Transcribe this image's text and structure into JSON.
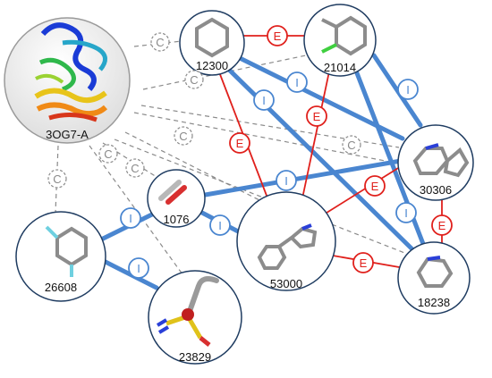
{
  "nodes": {
    "protein": {
      "label": "3OG7-A",
      "icon": "protein-ribbon-icon"
    },
    "n12300": {
      "label": "12300",
      "icon": "benzene-icon"
    },
    "n21014": {
      "label": "21014",
      "icon": "chlorobenzene-icon"
    },
    "n30306": {
      "label": "30306",
      "icon": "bicyclic-heteroaromatic-icon"
    },
    "n1076": {
      "label": "1076",
      "icon": "small-fragment-icon"
    },
    "n53000": {
      "label": "53000",
      "icon": "phenyl-heteroaromatic-icon"
    },
    "n18238": {
      "label": "18238",
      "icon": "heteroaromatic-ring-icon"
    },
    "n26608": {
      "label": "26608",
      "icon": "difluorobenzene-icon"
    },
    "n23829": {
      "label": "23829",
      "icon": "sulfonyl-fragment-icon"
    }
  },
  "edge_types": {
    "E": {
      "letter": "E",
      "color": "#e0201c"
    },
    "I": {
      "letter": "I",
      "color": "#4a86d0"
    },
    "C": {
      "letter": "C",
      "color": "#8a8a8a"
    }
  }
}
